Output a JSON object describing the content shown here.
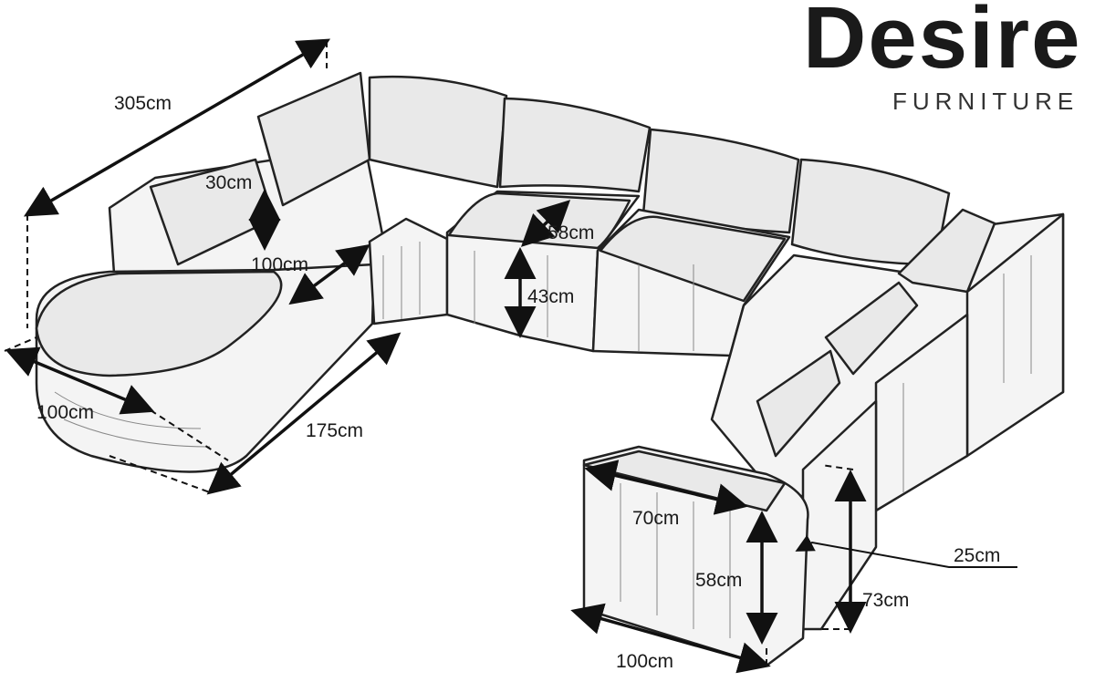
{
  "brand": {
    "name": "Desire",
    "tagline": "FURNITURE"
  },
  "dimensions": {
    "chaise_total_length": "305cm",
    "back_cushion_depth": "30cm",
    "seat_depth": "100cm",
    "seat_back_depth": "58cm",
    "seat_height": "43cm",
    "chaise_width": "100cm",
    "chaise_side_length": "175cm",
    "armrest_depth": "70cm",
    "armrest_height": "58cm",
    "armrest_width": "25cm",
    "total_height": "73cm",
    "end_width": "100cm"
  }
}
